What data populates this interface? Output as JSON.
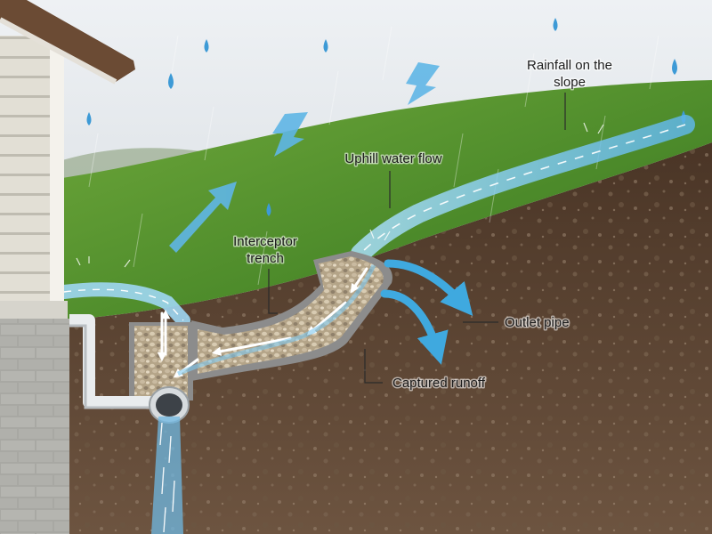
{
  "labels": {
    "rainfall_line1": "Rainfall on the",
    "rainfall_line2": "slope",
    "uphill_flow": "Uphill water flow",
    "interceptor_line1": "Interceptor",
    "interceptor_line2": "trench",
    "outlet_pipe": "Outlet pipe",
    "captured_runoff": "Captured runoff"
  },
  "colors": {
    "sky": "#d9dee4",
    "grass": "#4f8a2c",
    "soil": "#5a4330",
    "gravel": "#b9a98e",
    "water": "#7ec8ef",
    "arrow": "#3fa9df",
    "siding": "#e3e0d6",
    "foundation": "#a9a9a5",
    "pipe": "#e9ecee"
  }
}
